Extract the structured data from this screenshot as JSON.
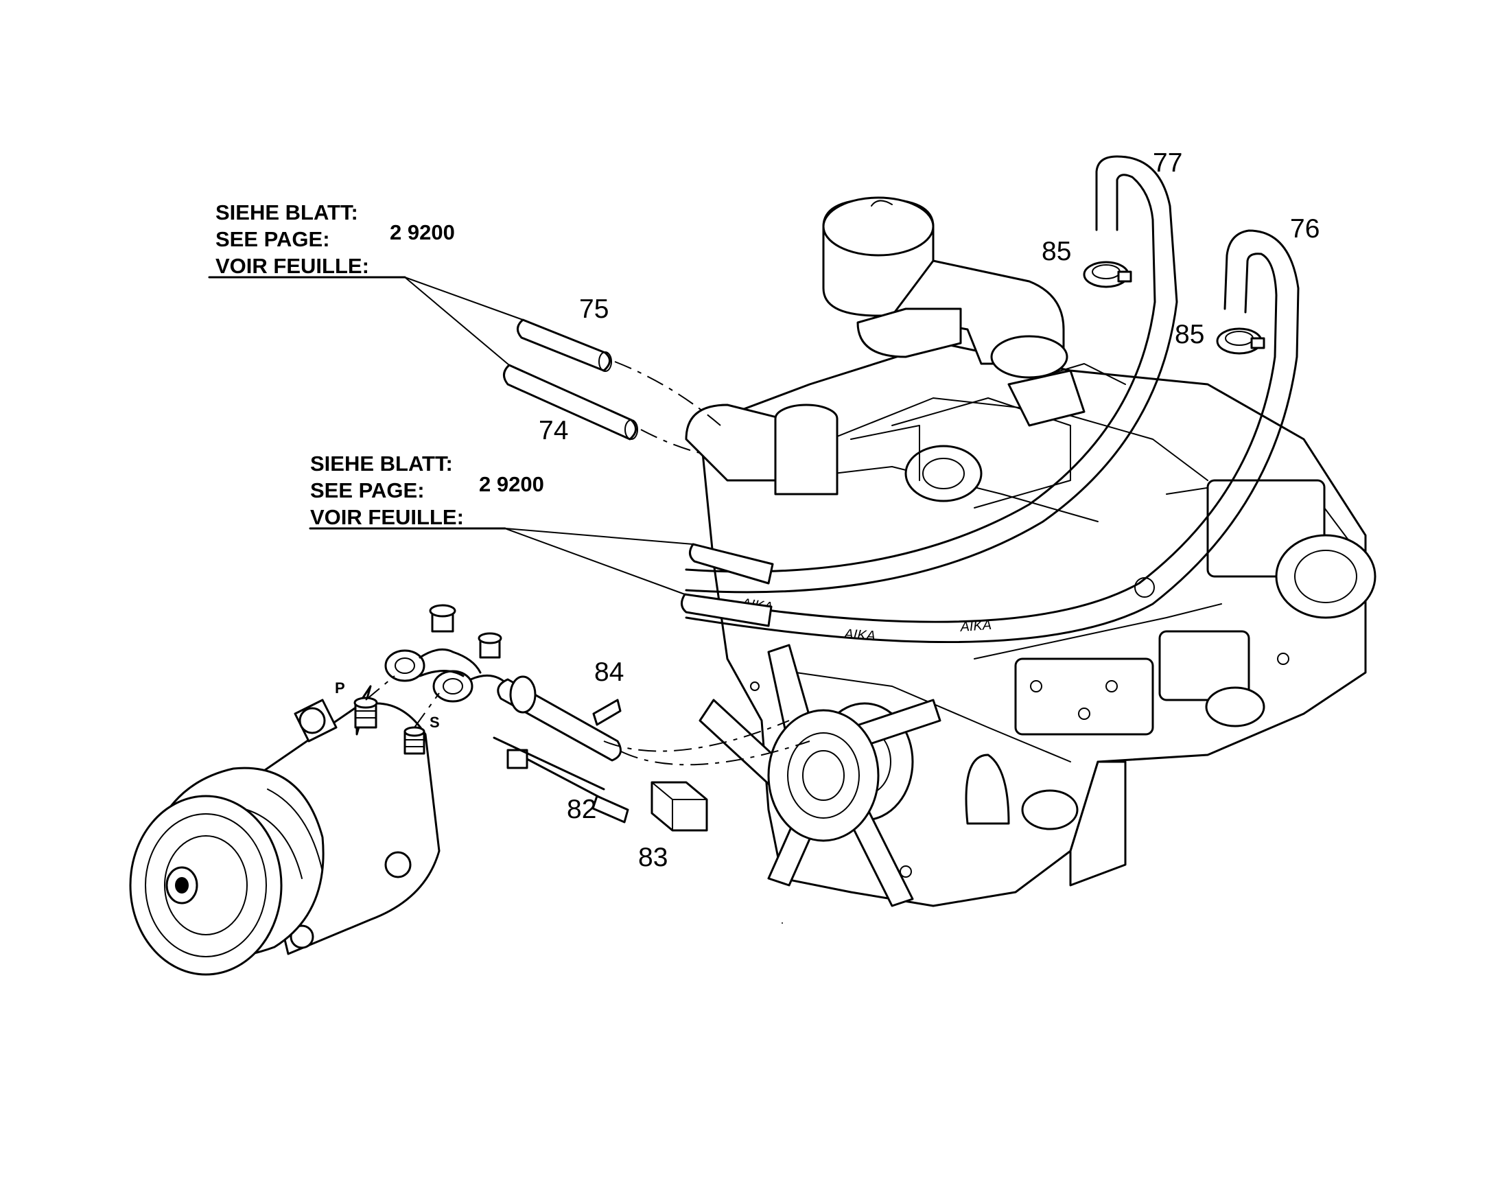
{
  "references": [
    {
      "lines": [
        "SIEHE BLATT:",
        "SEE PAGE:",
        "VOIR FEUILLE:"
      ],
      "page": "2 9200"
    },
    {
      "lines": [
        "SIEHE BLATT:",
        "SEE PAGE:",
        "VOIR FEUILLE:"
      ],
      "page": "2 9200"
    }
  ],
  "callouts": {
    "p74": "74",
    "p75": "75",
    "p76": "76",
    "p77": "77",
    "p82": "82",
    "p83": "83",
    "p84": "84",
    "p85a": "85",
    "p85b": "85"
  },
  "ports": {
    "pressure": "P",
    "suction": "S"
  },
  "hose_marking": "AIKA",
  "icons": [
    "ac-compressor-icon",
    "engine-icon",
    "fan-icon",
    "hose-clamp-icon",
    "sensor-icon",
    "fitting-icon"
  ]
}
